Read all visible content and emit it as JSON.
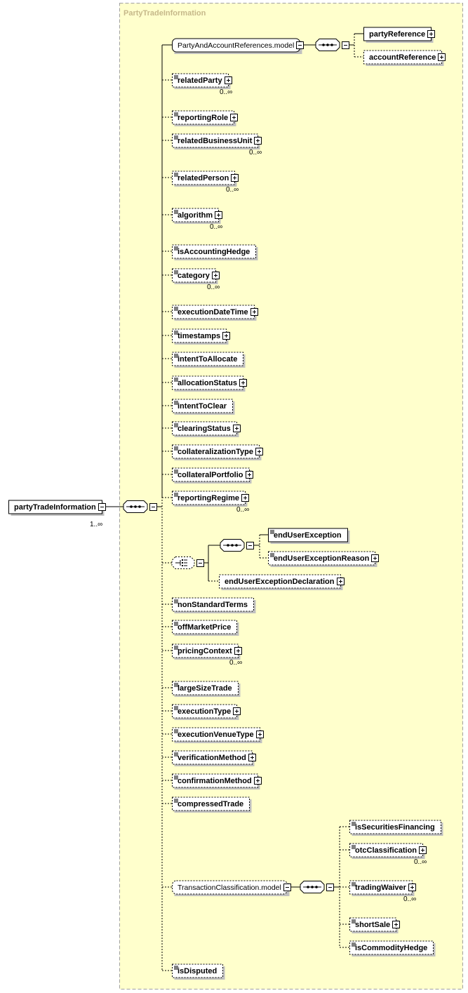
{
  "diagram": {
    "group_title": "PartyTradeInformation",
    "root": {
      "label": "partyTradeInformation",
      "cardinality": "1..∞"
    },
    "colors": {
      "group_fill": "#ffffcc",
      "group_border": "#a0a0a0",
      "element_fill": "#ffffff",
      "shadow": "#c0c0c0",
      "title": "#c6b88a"
    },
    "sequence_icon": "sequence-icon",
    "choice_icon": "choice-icon",
    "model_groups": [
      {
        "id": "pa",
        "label": "PartyAndAccountReferences.model",
        "children": [
          {
            "label": "partyReference",
            "optional": false,
            "has_children": true,
            "cardinality": ""
          },
          {
            "label": "accountReference",
            "optional": true,
            "has_children": true,
            "cardinality": ""
          }
        ]
      },
      {
        "id": "tc",
        "label": "TransactionClassification.model",
        "children": [
          {
            "label": "isSecuritiesFinancing",
            "optional": true,
            "has_children": false,
            "cardinality": ""
          },
          {
            "label": "otcClassification",
            "optional": true,
            "has_children": true,
            "cardinality": "0..∞"
          },
          {
            "label": "tradingWaiver",
            "optional": true,
            "has_children": true,
            "cardinality": "0..∞"
          },
          {
            "label": "shortSale",
            "optional": true,
            "has_children": true,
            "cardinality": ""
          },
          {
            "label": "isCommodityHedge",
            "optional": true,
            "has_children": false,
            "cardinality": ""
          }
        ]
      }
    ],
    "elements": [
      {
        "label": "relatedParty",
        "has_children": true,
        "cardinality": "0..∞"
      },
      {
        "label": "reportingRole",
        "has_children": true,
        "cardinality": ""
      },
      {
        "label": "relatedBusinessUnit",
        "has_children": true,
        "cardinality": "0..∞"
      },
      {
        "label": "relatedPerson",
        "has_children": true,
        "cardinality": "0..∞"
      },
      {
        "label": "algorithm",
        "has_children": true,
        "cardinality": "0..∞"
      },
      {
        "label": "isAccountingHedge",
        "has_children": false,
        "cardinality": ""
      },
      {
        "label": "category",
        "has_children": true,
        "cardinality": "0..∞"
      },
      {
        "label": "executionDateTime",
        "has_children": true,
        "cardinality": ""
      },
      {
        "label": "timestamps",
        "has_children": true,
        "cardinality": ""
      },
      {
        "label": "intentToAllocate",
        "has_children": false,
        "cardinality": ""
      },
      {
        "label": "allocationStatus",
        "has_children": true,
        "cardinality": ""
      },
      {
        "label": "intentToClear",
        "has_children": false,
        "cardinality": ""
      },
      {
        "label": "clearingStatus",
        "has_children": true,
        "cardinality": ""
      },
      {
        "label": "collateralizationType",
        "has_children": true,
        "cardinality": ""
      },
      {
        "label": "collateralPortfolio",
        "has_children": true,
        "cardinality": ""
      },
      {
        "label": "reportingRegime",
        "has_children": true,
        "cardinality": "0..∞"
      },
      {
        "label": "nonStandardTerms",
        "has_children": false,
        "cardinality": ""
      },
      {
        "label": "offMarketPrice",
        "has_children": false,
        "cardinality": ""
      },
      {
        "label": "pricingContext",
        "has_children": true,
        "cardinality": "0..∞"
      },
      {
        "label": "largeSizeTrade",
        "has_children": false,
        "cardinality": ""
      },
      {
        "label": "executionType",
        "has_children": true,
        "cardinality": ""
      },
      {
        "label": "executionVenueType",
        "has_children": true,
        "cardinality": ""
      },
      {
        "label": "verificationMethod",
        "has_children": true,
        "cardinality": ""
      },
      {
        "label": "confirmationMethod",
        "has_children": true,
        "cardinality": ""
      },
      {
        "label": "compressedTrade",
        "has_children": false,
        "cardinality": ""
      },
      {
        "label": "isDisputed",
        "has_children": false,
        "cardinality": ""
      }
    ],
    "choice": {
      "sequence_children": [
        {
          "label": "endUserException",
          "optional": false,
          "has_children": false
        },
        {
          "label": "endUserExceptionReason",
          "optional": true,
          "has_children": true
        }
      ],
      "alternative": {
        "label": "endUserExceptionDeclaration",
        "optional": true,
        "has_children": true
      }
    }
  }
}
